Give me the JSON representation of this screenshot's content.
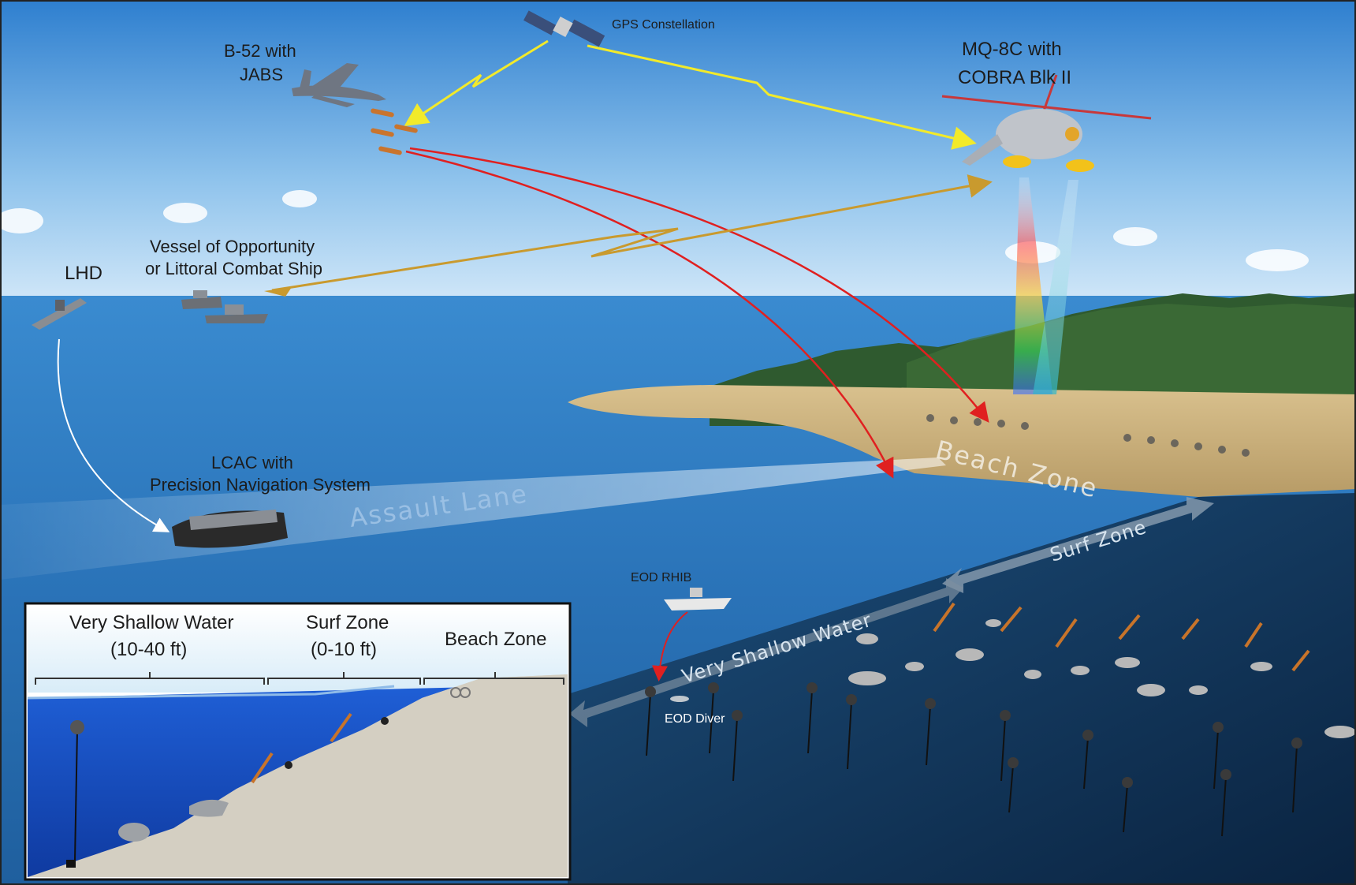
{
  "labels": {
    "gps": "GPS Constellation",
    "b52_line1": "B-52 with",
    "b52_line2": "JABS",
    "mq8c_line1": "MQ-8C with",
    "mq8c_line2": "COBRA Blk II",
    "vessel_line1": "Vessel of Opportunity",
    "vessel_line2": "or Littoral Combat Ship",
    "lhd": "LHD",
    "lcac_line1": "LCAC with",
    "lcac_line2": "Precision Navigation System",
    "eod_rhib": "EOD RHIB",
    "eod_diver": "EOD Diver"
  },
  "zones": {
    "assault_lane": "Assault Lane",
    "beach_zone": "Beach Zone",
    "surf_zone": "Surf Zone",
    "very_shallow_water": "Very Shallow Water"
  },
  "inset": {
    "vsw_title": "Very Shallow Water",
    "vsw_range": "(10-40 ft)",
    "surf_title": "Surf Zone",
    "surf_range": "(0-10 ft)",
    "beach_title": "Beach Zone"
  },
  "colors": {
    "sky_top": "#3d8fd6",
    "sea": "#2f7fc4",
    "gps_link": "#f2ea2a",
    "jabs_path": "#e02020",
    "comm_link": "#c99a2e",
    "lhd_path": "#ffffff"
  }
}
